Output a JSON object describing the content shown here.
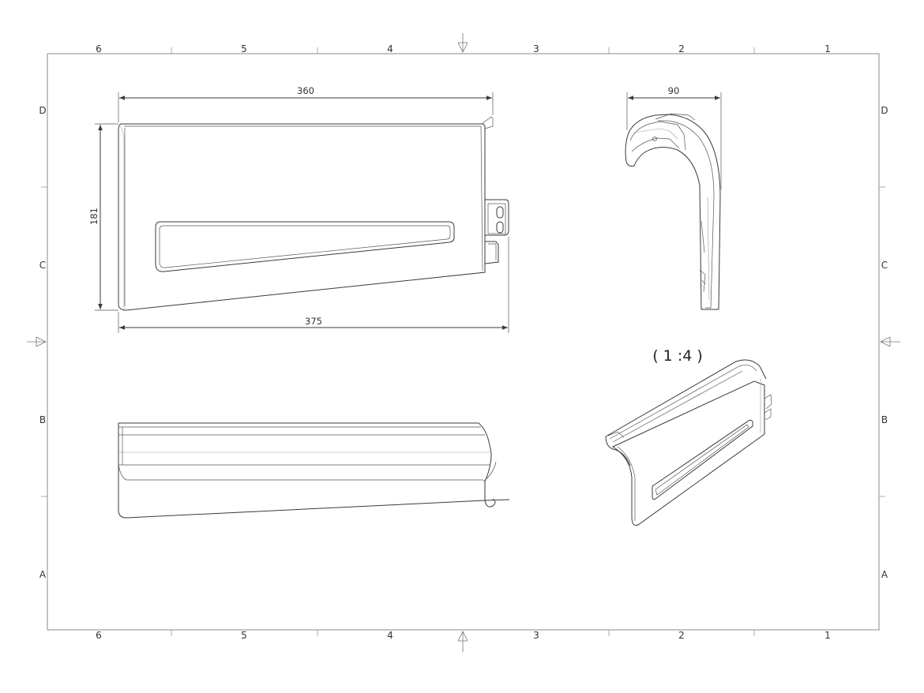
{
  "sheet": {
    "column_labels_top": [
      "6",
      "5",
      "4",
      "3",
      "2",
      "1"
    ],
    "column_labels_bottom": [
      "6",
      "5",
      "4",
      "3",
      "2",
      "1"
    ],
    "row_labels_left": [
      "D",
      "C",
      "B",
      "A"
    ],
    "row_labels_right": [
      "D",
      "C",
      "B",
      "A"
    ]
  },
  "front_view": {
    "width_top": "360",
    "height": "181",
    "width_bottom": "375"
  },
  "side_view": {
    "depth": "90"
  },
  "isometric_view": {
    "scale": "( 1 :4 )"
  }
}
